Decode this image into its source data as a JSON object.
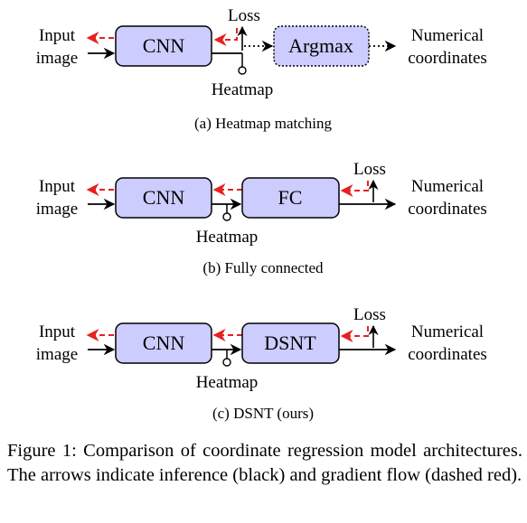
{
  "colors": {
    "box_fill": "#ccccff",
    "box_stroke": "#000000",
    "gradient_arrow": "#e8201e",
    "inference_arrow": "#000000"
  },
  "panels": [
    {
      "id": "a",
      "input_label_line1": "Input",
      "input_label_line2": "image",
      "box1": "CNN",
      "box2": "Argmax",
      "heatmap": "Heatmap",
      "loss": "Loss",
      "output_line1": "Numerical",
      "output_line2": "coordinates",
      "caption": "(a) Heatmap matching"
    },
    {
      "id": "b",
      "input_label_line1": "Input",
      "input_label_line2": "image",
      "box1": "CNN",
      "box2": "FC",
      "heatmap": "Heatmap",
      "loss": "Loss",
      "output_line1": "Numerical",
      "output_line2": "coordinates",
      "caption": "(b) Fully connected"
    },
    {
      "id": "c",
      "input_label_line1": "Input",
      "input_label_line2": "image",
      "box1": "CNN",
      "box2": "DSNT",
      "heatmap": "Heatmap",
      "loss": "Loss",
      "output_line1": "Numerical",
      "output_line2": "coordinates",
      "caption": "(c) DSNT (ours)"
    }
  ],
  "figure_caption": "Figure 1: Comparison of coordinate regression model architectures. The arrows indicate inference (black) and gradient flow (dashed red)."
}
